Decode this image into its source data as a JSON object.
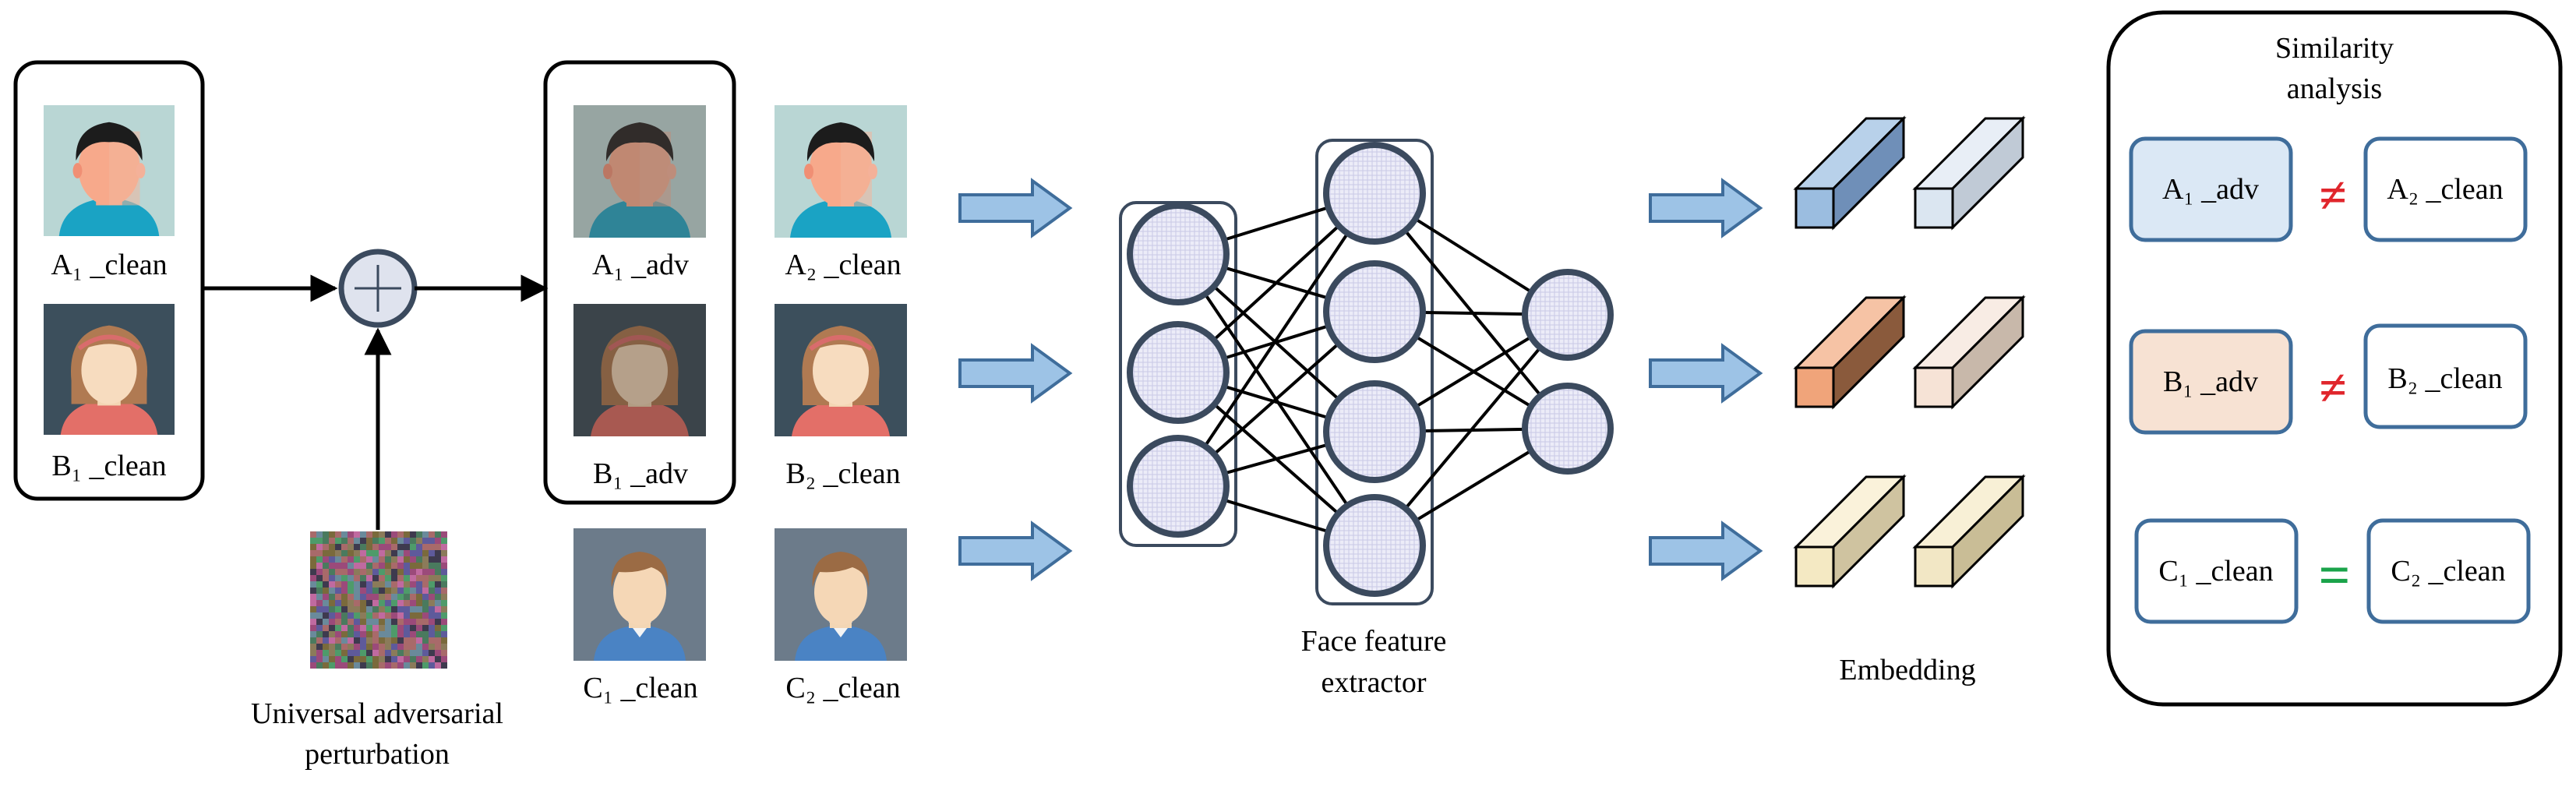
{
  "labels": {
    "a1_clean": "A₁ _clean",
    "b1_clean": "B₁ _clean",
    "a1_adv": "A₁ _adv",
    "b1_adv": "B₁ _adv",
    "a2_clean": "A₂ _clean",
    "b2_clean": "B₂ _clean",
    "c1_clean": "C₁ _clean",
    "c2_clean": "C₂ _clean",
    "perturbation_line1": "Universal adversarial",
    "perturbation_line2": "perturbation",
    "extractor_line1": "Face feature",
    "extractor_line2": "extractor",
    "embedding": "Embedding"
  },
  "similarity": {
    "title_line1": "Similarity",
    "title_line2": "analysis",
    "rows": [
      {
        "left": "A₁ _adv",
        "op": "≠",
        "right": "A₂ _clean",
        "left_fill": "#dbe8f5",
        "op_color": "#e0262c"
      },
      {
        "left": "B₁ _adv",
        "op": "≠",
        "right": "B₂ _clean",
        "left_fill": "#f7e2d3",
        "op_color": "#e0262c"
      },
      {
        "left": "C₁ _clean",
        "op": "=",
        "right": "C₂ _clean",
        "left_fill": "#ffffff",
        "op_color": "#1aa34a"
      }
    ]
  },
  "colors": {
    "accent_blue": "#3f6d9b",
    "arrow_fill": "#9dc3e6",
    "node_fill": "#e8e8f6",
    "node_stroke": "#3b4a5e",
    "embed_blue": "#9bbde0",
    "embed_blue_light": "#dbe6f1",
    "embed_orange": "#f0a47a",
    "embed_orange_light": "#f6e3d6",
    "embed_yellow": "#f4e9c3",
    "embed_yellow_light": "#f2e7c5"
  },
  "icons": [
    "face-avatar-icon",
    "noise-pattern-icon",
    "plus-circle-icon",
    "block-arrow-icon",
    "embedding-cuboid-icon"
  ]
}
